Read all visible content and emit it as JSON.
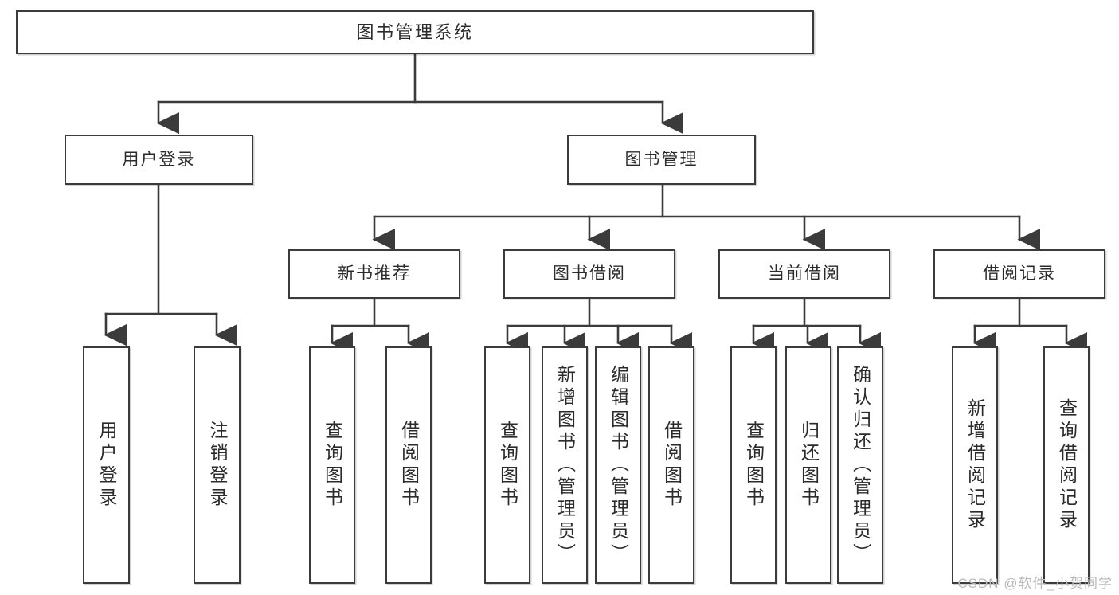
{
  "diagram": {
    "title": "图书管理系统",
    "type": "functional-structure-tree",
    "watermark": "CSDN @软件_小贺同学",
    "colors": {
      "box_border": "#3b3b3b",
      "box_fill": "#ffffff",
      "connector": "#3b3b3b",
      "text": "#2b2b2b",
      "watermark": "#b9b9b9"
    },
    "nodes": {
      "root": {
        "label": "图书管理系统"
      },
      "level2": [
        {
          "id": "user-login",
          "label": "用户登录"
        },
        {
          "id": "book-manage",
          "label": "图书管理"
        }
      ],
      "level3": [
        {
          "id": "new-book-recommend",
          "label": "新书推荐"
        },
        {
          "id": "book-borrow",
          "label": "图书借阅"
        },
        {
          "id": "current-borrow",
          "label": "当前借阅"
        },
        {
          "id": "borrow-record",
          "label": "借阅记录"
        }
      ],
      "leaves": [
        {
          "id": "leaf-user-login",
          "label": "用户登录",
          "parent": "user-login"
        },
        {
          "id": "leaf-user-logout",
          "label": "注销登录",
          "parent": "user-login"
        },
        {
          "id": "leaf-query-book-1",
          "label": "查询图书",
          "parent": "new-book-recommend"
        },
        {
          "id": "leaf-borrow-book-1",
          "label": "借阅图书",
          "parent": "new-book-recommend"
        },
        {
          "id": "leaf-query-book-2",
          "label": "查询图书",
          "parent": "book-borrow"
        },
        {
          "id": "leaf-add-book",
          "label": "新增图书（管理员）",
          "parent": "book-borrow"
        },
        {
          "id": "leaf-edit-book",
          "label": "编辑图书（管理员）",
          "parent": "book-borrow"
        },
        {
          "id": "leaf-borrow-book-2",
          "label": "借阅图书",
          "parent": "book-borrow"
        },
        {
          "id": "leaf-query-book-3",
          "label": "查询图书",
          "parent": "current-borrow"
        },
        {
          "id": "leaf-return-book",
          "label": "归还图书",
          "parent": "current-borrow"
        },
        {
          "id": "leaf-confirm-return",
          "label": "确认归还（管理员）",
          "parent": "current-borrow"
        },
        {
          "id": "leaf-add-record",
          "label": "新增借阅记录",
          "parent": "borrow-record"
        },
        {
          "id": "leaf-query-record",
          "label": "查询借阅记录",
          "parent": "borrow-record"
        }
      ]
    }
  }
}
